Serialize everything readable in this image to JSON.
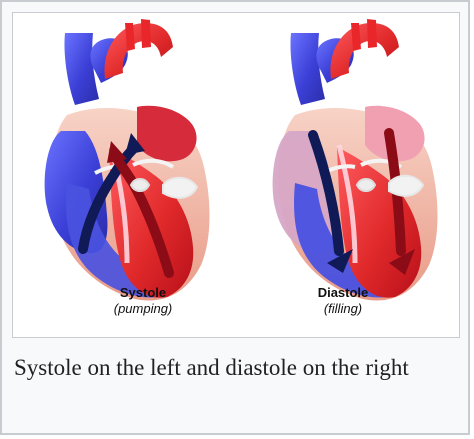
{
  "figure": {
    "left_heart": {
      "title": "Systole",
      "subtitle": "(pumping)"
    },
    "right_heart": {
      "title": "Diastole",
      "subtitle": "(filling)"
    }
  },
  "caption": "Systole on the left and diastole on the right",
  "colors": {
    "frame_border": "#c8ccd1",
    "thumb_background": "#f8f9fa",
    "oxygenated_blood": "#e0262b",
    "deoxygenated_blood": "#3f46d8",
    "myocardium": "#f3b8a8"
  }
}
